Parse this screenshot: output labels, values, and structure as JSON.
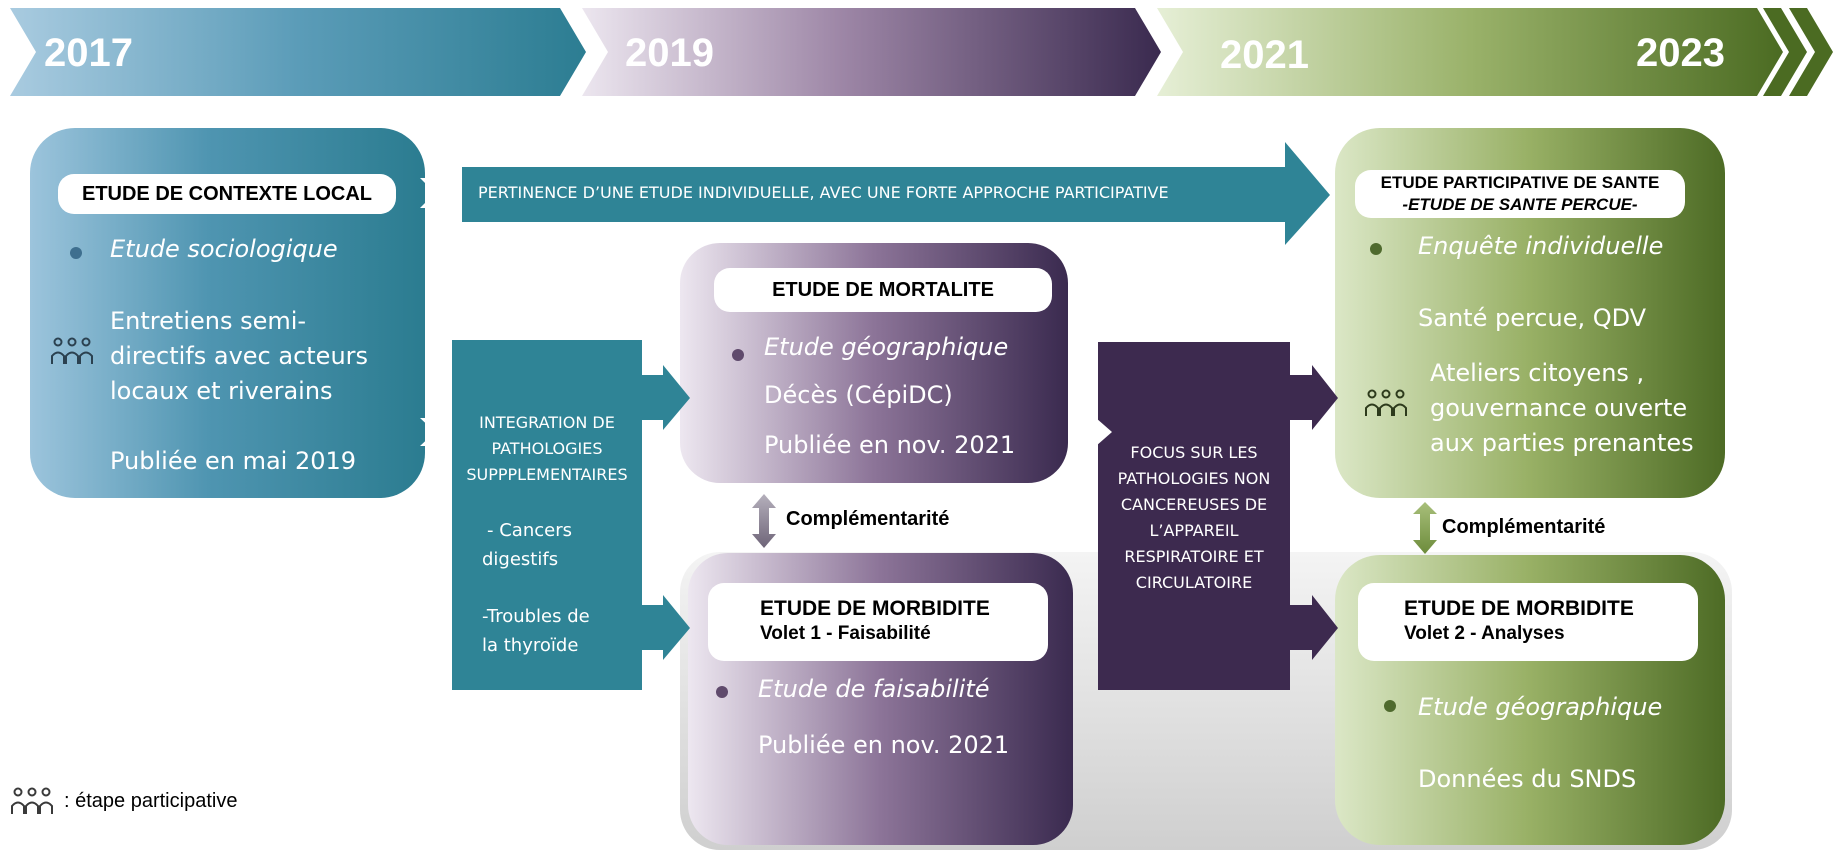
{
  "timeline": {
    "years": [
      "2017",
      "2019",
      "2021",
      "2023"
    ]
  },
  "contexte": {
    "title": "ETUDE DE CONTEXTE LOCAL",
    "item1": "Etude sociologique",
    "item2_line1": "Entretiens semi-",
    "item2_line2": "directifs avec acteurs",
    "item2_line3": "locaux et riverains",
    "item3": "Publiée en mai 2019"
  },
  "top_arrow_label": "PERTINENCE D’UNE ETUDE INDIVIDUELLE, AVEC UNE FORTE APPROCHE PARTICIPATIVE",
  "integration": {
    "line1": "INTEGRATION DE",
    "line2": "PATHOLOGIES",
    "line3": "SUPPPLEMENTAIRES",
    "item1_line1": "- Cancers",
    "item1_line2": "digestifs",
    "item2_line1": "-Troubles de",
    "item2_line2": "la thyroïde"
  },
  "mortalite": {
    "title": "ETUDE DE MORTALITE",
    "item1": "Etude géographique",
    "item2": "Décès (CépiDC)",
    "item3": "Publiée en nov. 2021"
  },
  "complementarite_label": "Complémentarité",
  "morbidite1": {
    "title_line1": "ETUDE DE MORBIDITE",
    "title_line2": "Volet 1 - Faisabilité",
    "item1": "Etude de faisabilité",
    "item2": "Publiée en nov. 2021"
  },
  "focus": {
    "line1": "FOCUS  SUR LES",
    "line2": "PATHOLOGIES NON",
    "line3": "CANCEREUSES DE",
    "line4": "L’APPAREIL",
    "line5": "RESPIRATOIRE ET",
    "line6": "CIRCULATOIRE"
  },
  "participative": {
    "title_line1": "ETUDE PARTICIPATIVE DE SANTE",
    "title_line2": "-ETUDE DE SANTE PERCUE-",
    "item1": "Enquête individuelle",
    "item2": "Santé percue, QDV",
    "item3_line1": "Ateliers citoyens ,",
    "item3_line2": "gouvernance  ouverte",
    "item3_line3": "aux parties prenantes"
  },
  "morbidite2": {
    "title_line1": "ETUDE DE MORBIDITE",
    "title_line2": "Volet 2 - Analyses",
    "item1": "Etude géographique",
    "item2": "Données du SNDS"
  },
  "legend": {
    "text": ": étape participative",
    "icon": "people-icon"
  },
  "colors": {
    "teal": "#2f8496",
    "purple": "#3d2a4f",
    "green": "#5b7a2e",
    "light_green": "#c8d8a6"
  }
}
